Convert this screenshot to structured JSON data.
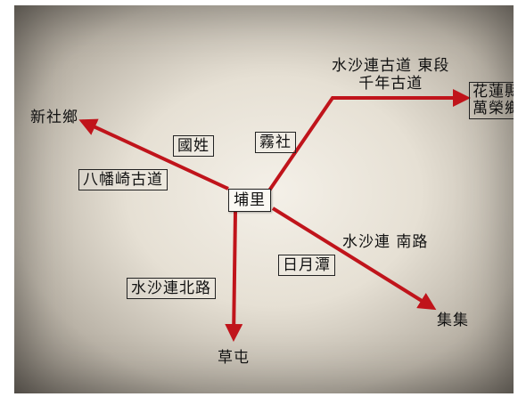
{
  "colors": {
    "route": "#c0141b",
    "text": "#111111"
  },
  "labels": {
    "hub": "埔里",
    "xinshe": "新社鄉",
    "guoxing": "國姓",
    "bafan": "八幡崎古道",
    "wushe": "霧社",
    "east_line1": "水沙連古道 東段",
    "east_line2": "千年古道",
    "hualien_line1": "花蓮縣",
    "hualien_line2": "萬榮鄉",
    "south_road": "水沙連 南路",
    "sun_moon": "日月潭",
    "north_road": "水沙連北路",
    "jiji": "集集",
    "caotun": "草屯"
  }
}
